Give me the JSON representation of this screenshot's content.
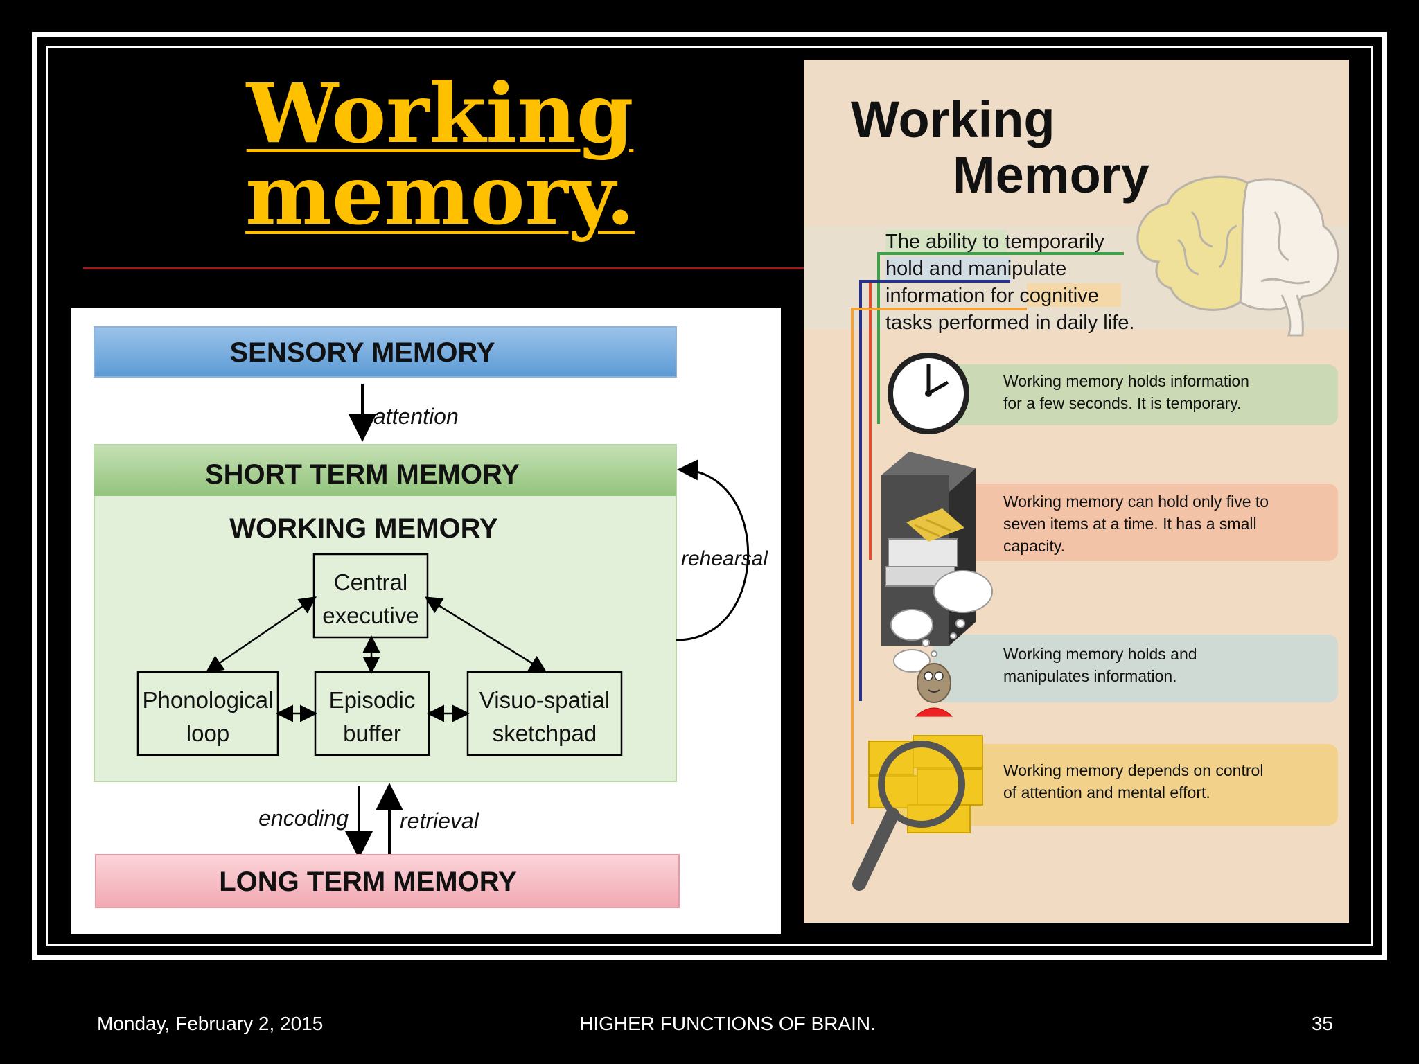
{
  "slide": {
    "title_line1": "Working",
    "title_line2": "memory."
  },
  "diagram": {
    "sensory_memory": "SENSORY MEMORY",
    "attention": "attention",
    "short_term_memory": "SHORT TERM MEMORY",
    "working_memory": "WORKING MEMORY",
    "central_executive_1": "Central",
    "central_executive_2": "executive",
    "phonological_1": "Phonological",
    "phonological_2": "loop",
    "episodic_1": "Episodic",
    "episodic_2": "buffer",
    "visuo_1": "Visuo-spatial",
    "visuo_2": "sketchpad",
    "rehearsal": "rehearsal",
    "encoding": "encoding",
    "retrieval": "retrieval",
    "long_term_memory": "LONG TERM MEMORY",
    "colors": {
      "sensory": "#6fa8dc",
      "short_term": "#a9d18e",
      "working_bg": "#e2f0d9",
      "long_term": "#f4b6be"
    }
  },
  "infographic": {
    "title_line1": "Working",
    "title_line2": "Memory",
    "definition": [
      "The ability to temporarily",
      "hold and manipulate",
      "information for cognitive",
      "tasks performed in daily life."
    ],
    "items": [
      {
        "icon": "clock-icon",
        "lines": [
          "Working memory holds information",
          "for a few seconds. It is temporary."
        ],
        "color": "#cbd9b4"
      },
      {
        "icon": "file-cabinet-icon",
        "lines": [
          "Working memory can hold only five to",
          "seven items at a time.  It has a small",
          "capacity."
        ],
        "color": "#f2c3a6"
      },
      {
        "icon": "thinking-person-icon",
        "lines": [
          "Working memory holds and",
          "manipulates information."
        ],
        "color": "#cfdad4"
      },
      {
        "icon": "magnifier-icon",
        "lines": [
          "Working memory depends on control",
          "of attention and mental effort."
        ],
        "color": "#f2d28a"
      }
    ]
  },
  "footer": {
    "date": "Monday, February 2, 2015",
    "center": "HIGHER FUNCTIONS OF BRAIN.",
    "page": "35"
  }
}
